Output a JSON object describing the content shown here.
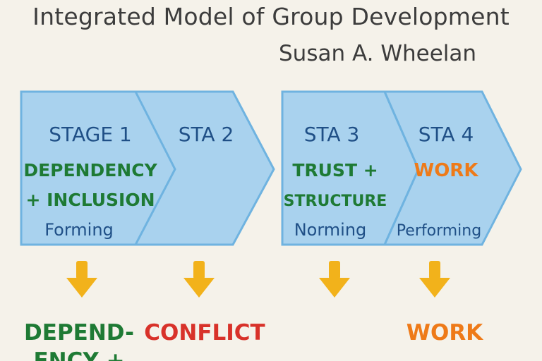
{
  "header": {
    "title": "Integrated Model of Group Development",
    "author": "Susan A. Wheelan"
  },
  "colors": {
    "background": "#f5f2ea",
    "box_fill": "#a9d2ee",
    "box_stroke": "#6fb3e0",
    "stage_label": "#1f4f86",
    "green": "#1e7a34",
    "orange": "#ee7a18",
    "red": "#d8322a",
    "arrow": "#f2b21b"
  },
  "stages": [
    {
      "label": "STAGE 1",
      "line1": "DEPENDENCY",
      "line2": "+ INCLUSION",
      "phase": "Forming"
    },
    {
      "label": "STA 2",
      "line1": "",
      "line2": "",
      "phase": ""
    },
    {
      "label": "STA 3",
      "line1": "TRUST +",
      "line2": "STRUCTURE",
      "phase": "Norming"
    },
    {
      "label": "STA 4",
      "line1": "WORK",
      "line2": "",
      "phase": "Performing"
    }
  ],
  "outcomes": [
    {
      "line1": "DEPEND-",
      "line2": "ENCY +"
    },
    {
      "line1": "CONFLICT",
      "line2": ""
    },
    {
      "line1": "",
      "line2": ""
    },
    {
      "line1": "WORK",
      "line2": ""
    }
  ]
}
